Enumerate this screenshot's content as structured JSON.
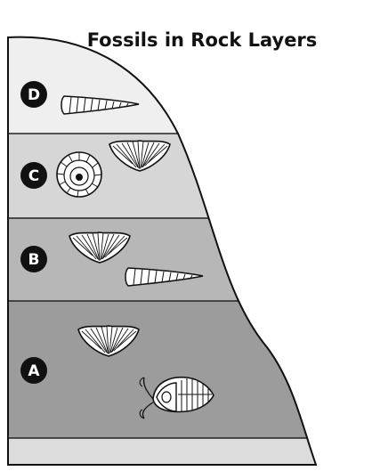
{
  "diagram": {
    "title": "Fossils in Rock Layers",
    "layers": [
      {
        "label": "D",
        "fossils": [
          "tall-spiral-shell"
        ],
        "color": "#efefef"
      },
      {
        "label": "C",
        "fossils": [
          "ammonite",
          "brachiopod"
        ],
        "color": "#d6d6d6"
      },
      {
        "label": "B",
        "fossils": [
          "brachiopod",
          "tall-spiral-shell"
        ],
        "color": "#b7b7b7"
      },
      {
        "label": "A",
        "fossils": [
          "brachiopod",
          "trilobite"
        ],
        "color": "#9c9c9c"
      }
    ],
    "bottom_layer_color": "#dcdcdc"
  }
}
